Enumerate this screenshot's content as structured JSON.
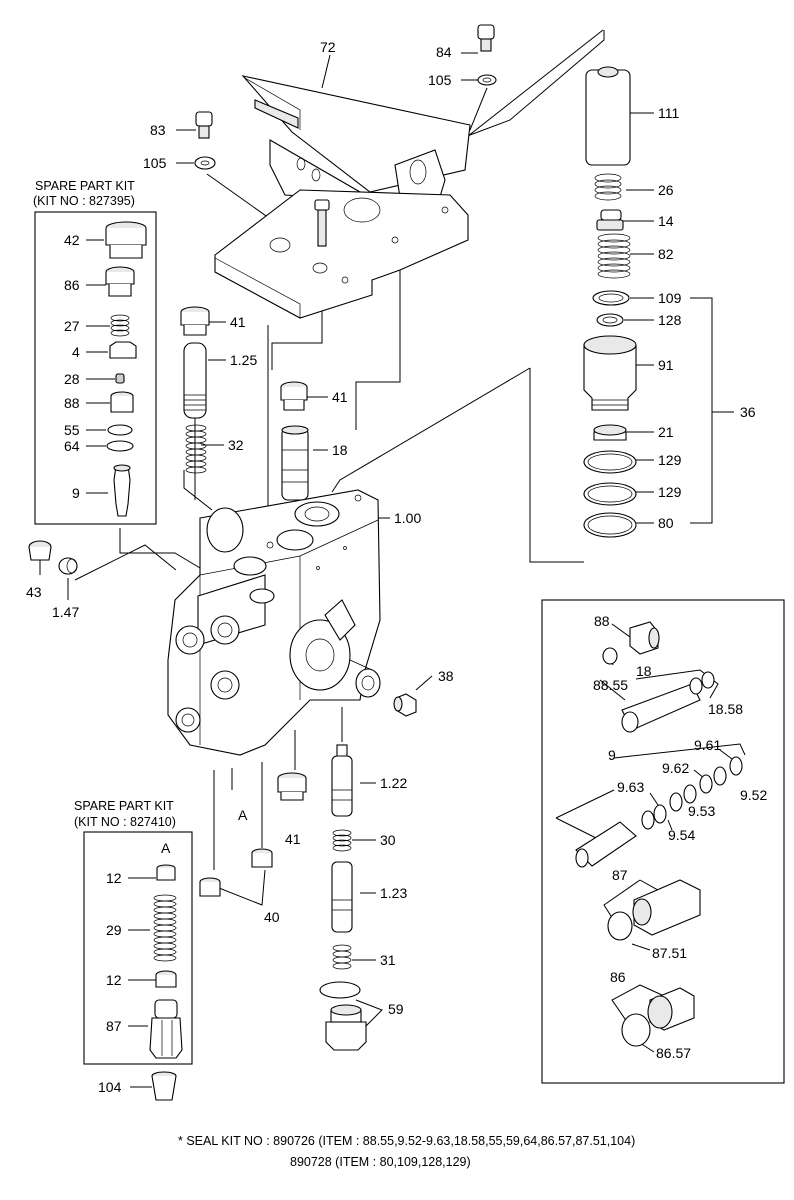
{
  "labels": {
    "l72": "72",
    "l84": "84",
    "l105a": "105",
    "l83": "83",
    "l105b": "105",
    "l111": "111",
    "l26": "26",
    "l14": "14",
    "l82": "82",
    "l109": "109",
    "l128": "128",
    "l91": "91",
    "l36": "36",
    "l21": "21",
    "l129a": "129",
    "l129b": "129",
    "l80": "80",
    "l42": "42",
    "l86": "86",
    "l27": "27",
    "l4": "4",
    "l28": "28",
    "l88": "88",
    "l55": "55",
    "l64": "64",
    "l9": "9",
    "l41a": "41",
    "l125": "1.25",
    "l41b": "41",
    "l18": "18",
    "l32": "32",
    "l100": "1.00",
    "l43": "43",
    "l147": "1.47",
    "l38": "38",
    "l122": "1.22",
    "l41c": "41",
    "l30": "30",
    "lA1": "A",
    "l123": "1.23",
    "l40": "40",
    "l31": "31",
    "l59": "59",
    "kA": "A",
    "l12a": "12",
    "l29": "29",
    "l12b": "12",
    "l87k": "87",
    "l104": "104",
    "i88": "88",
    "i8855": "88.55",
    "i18": "18",
    "i1858": "18.58",
    "i9": "9",
    "i961": "9.61",
    "i962": "9.62",
    "i963": "9.63",
    "i952": "9.52",
    "i953": "9.53",
    "i954": "9.54",
    "i87": "87",
    "i8751": "87.51",
    "i86": "86",
    "i8657": "86.57"
  },
  "kit1": {
    "title": "SPARE PART KIT",
    "number": "(KIT NO : 827395)"
  },
  "kit2": {
    "title": "SPARE PART KIT",
    "number": "(KIT NO : 827410)"
  },
  "footnote": {
    "line1": "* SEAL KIT NO : 890726 (ITEM : 88.55,9.52-9.63,18.58,55,59,64,86.57,87.51,104)",
    "line2": "890728 (ITEM : 80,109,128,129)"
  }
}
